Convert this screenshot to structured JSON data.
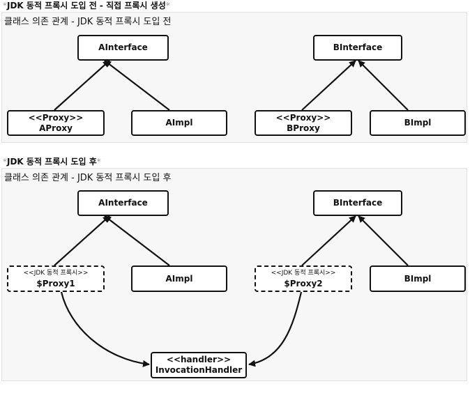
{
  "section_before": {
    "heading_main": "JDK 동적 프록시 도입 전 - 직접 프록시 생성",
    "panel_title": "클래스 의존 관계 - JDK 동적 프록시 도입 전",
    "a_interface": "AInterface",
    "a_proxy_stereotype": "<<Proxy>>",
    "a_proxy_name": "AProxy",
    "a_impl": "AImpl",
    "b_interface": "BInterface",
    "b_proxy_stereotype": "<<Proxy>>",
    "b_proxy_name": "BProxy",
    "b_impl": "BImpl"
  },
  "section_after": {
    "heading_main": "JDK 동적 프록시 도입 후",
    "panel_title": "클래스 의존 관계 - JDK 동적 프록시 도입 후",
    "a_interface": "AInterface",
    "a_proxy_stereotype": "<<JDK 동적 프록시>>",
    "a_proxy_name": "$Proxy1",
    "a_impl": "AImpl",
    "b_interface": "BInterface",
    "b_proxy_stereotype": "<<JDK 동적 프록시>>",
    "b_proxy_name": "$Proxy2",
    "b_impl": "BImpl",
    "handler_stereotype": "<<handler>>",
    "handler_name": "InvocationHandler"
  },
  "markers": {
    "star": "*"
  }
}
